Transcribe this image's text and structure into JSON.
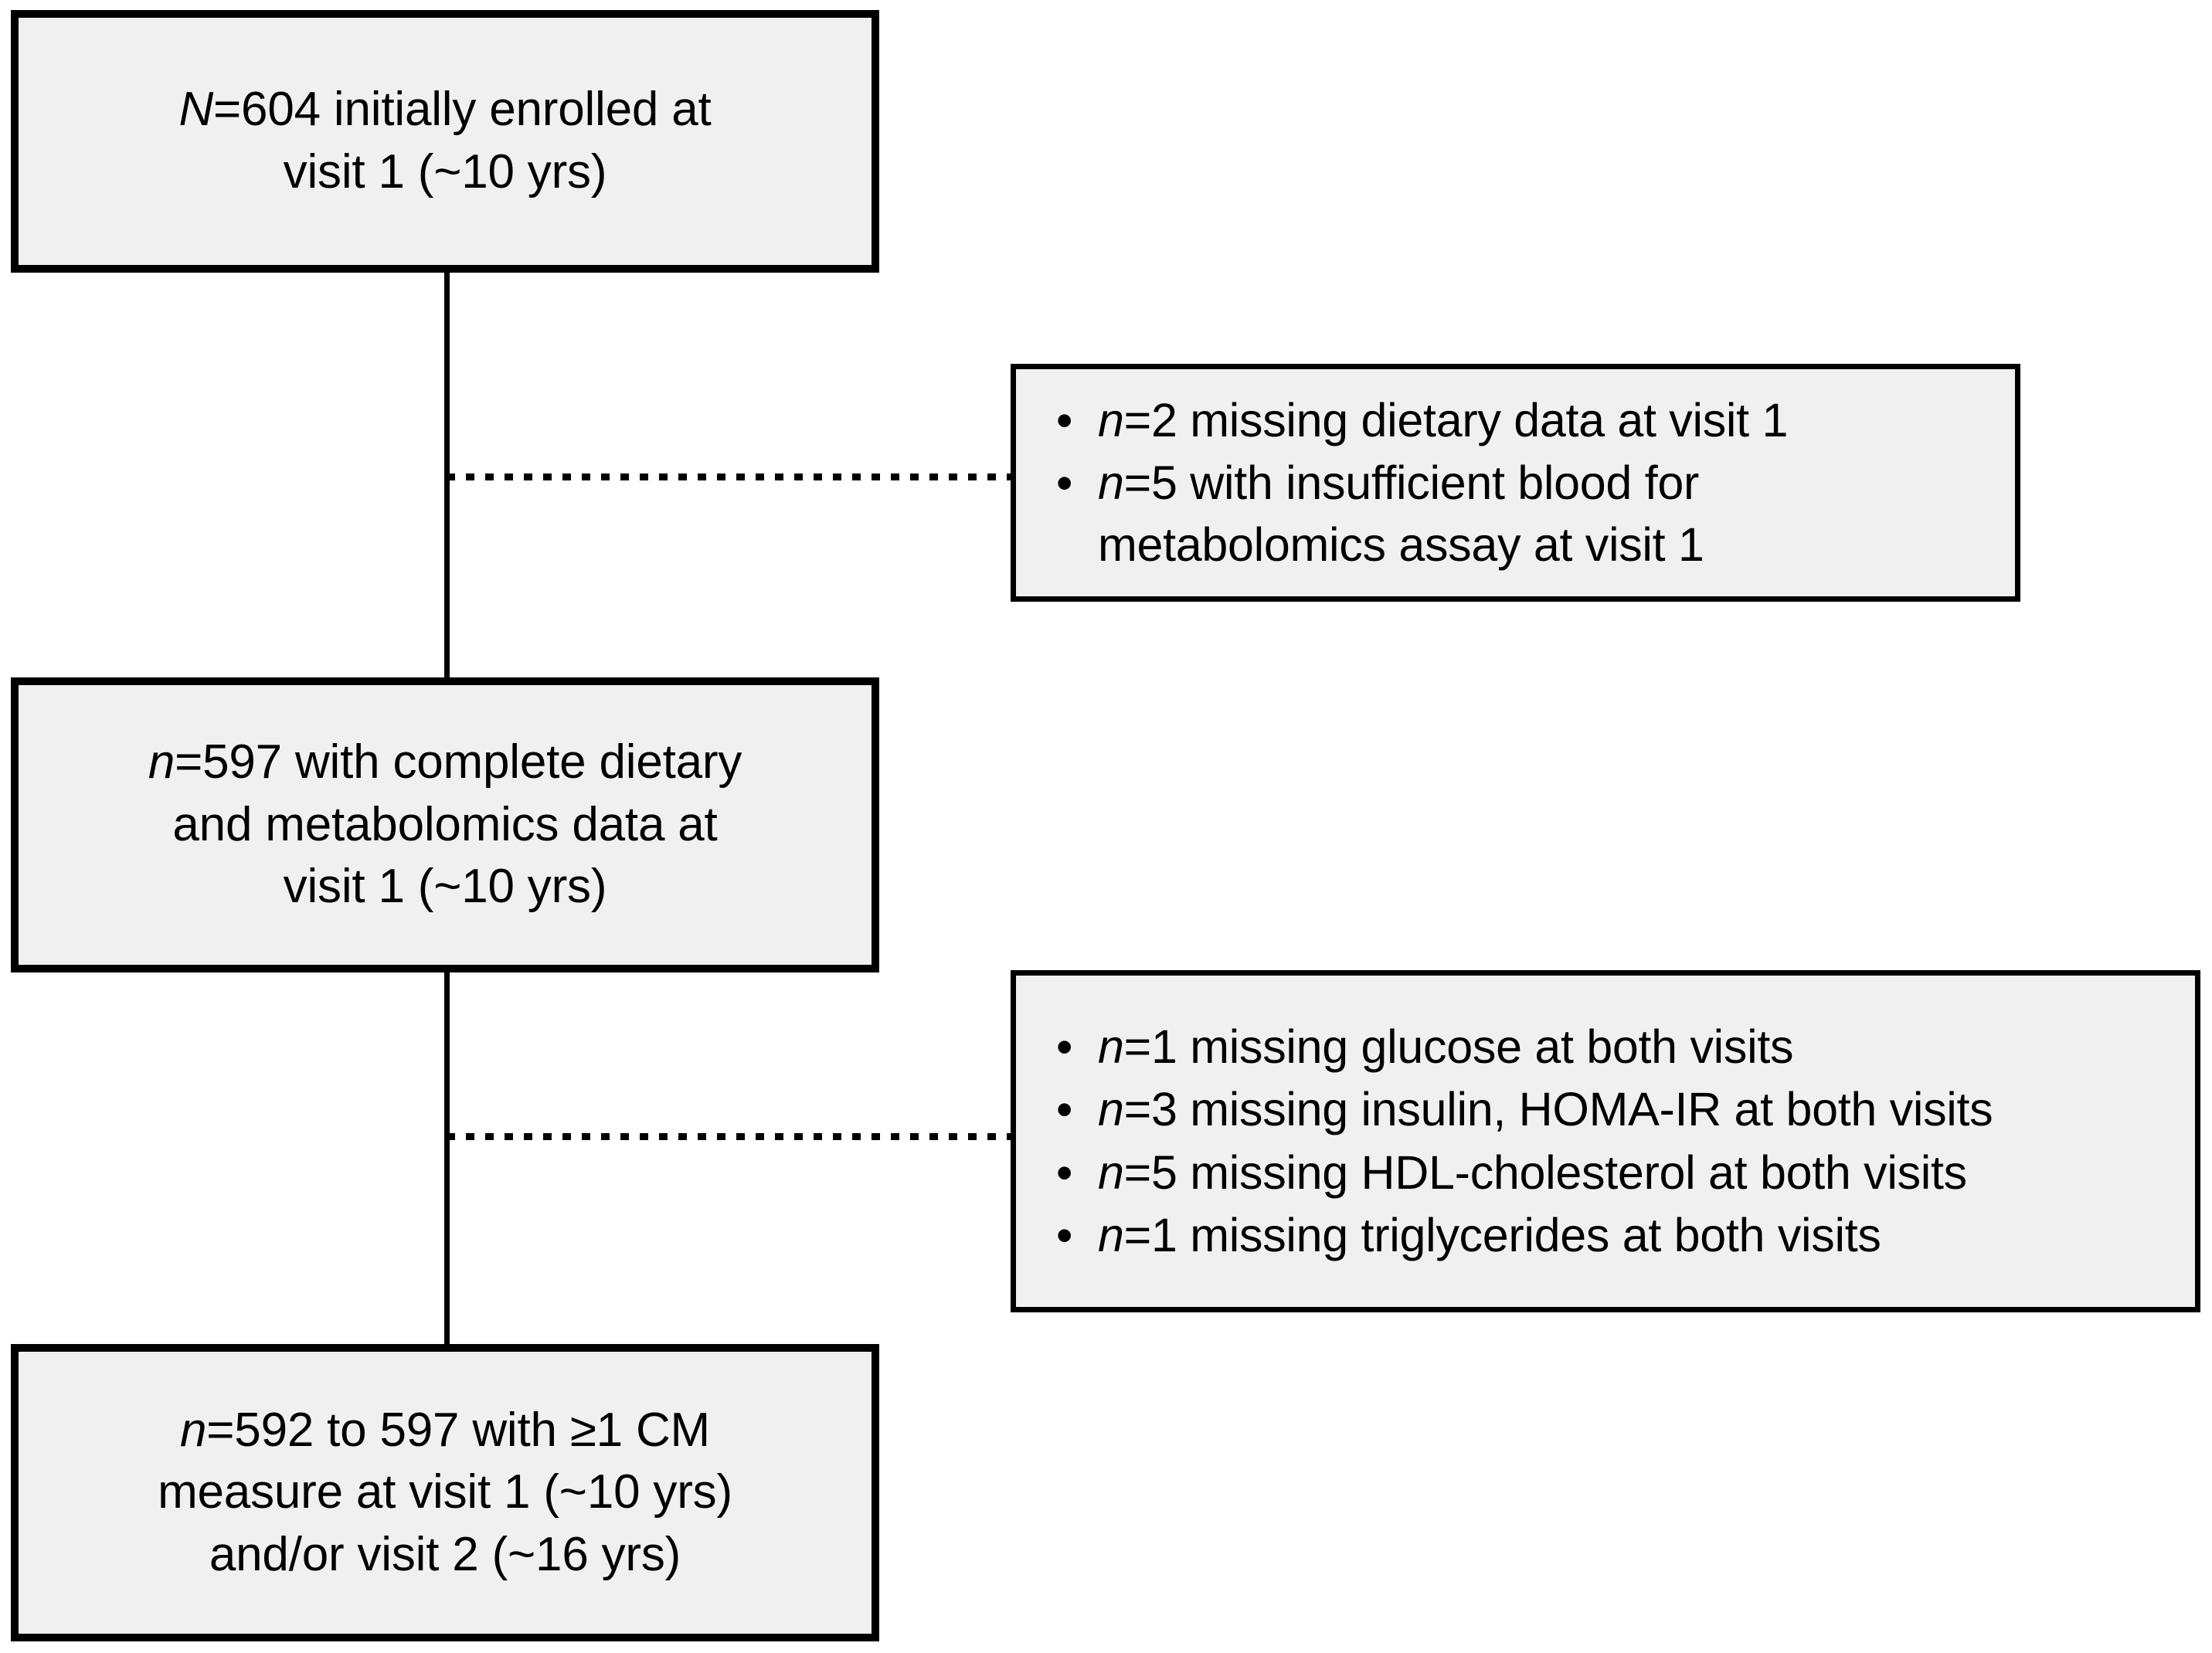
{
  "diagram": {
    "type": "flowchart",
    "title": "Participant flow diagram",
    "colors": {
      "box_fill": "#f0f0f0",
      "box_border": "#000000",
      "connector": "#000000",
      "background": "#ffffff"
    },
    "main_nodes": [
      {
        "id": "enrolled",
        "prefix_italic": "N",
        "text": "=604 initially enrolled  at\nvisit 1 (~10 yrs)",
        "full_text": "N=604 initially enrolled at visit 1 (~10 yrs)",
        "count": 604
      },
      {
        "id": "complete-data",
        "prefix_italic": "n",
        "text": "=597 with complete dietary\nand metabolomics data at\nvisit 1 (~10 yrs)",
        "full_text": "n=597 with complete dietary and metabolomics data at visit 1 (~10 yrs)",
        "count": 597
      },
      {
        "id": "analytic-sample",
        "prefix_italic": "n",
        "text": "=592 to 597 with ≥1 CM\nmeasure at visit 1 (~10 yrs)\nand/or visit 2 (~16 yrs)",
        "full_text": "n=592 to 597 with ≥1 CM measure at visit 1 (~10 yrs) and/or visit 2 (~16 yrs)",
        "count_low": 592,
        "count_high": 597
      }
    ],
    "exclusion_nodes": [
      {
        "id": "exclusions-visit1",
        "bullet_glyph": "•",
        "items": [
          {
            "prefix_italic": "n",
            "text": "=2 missing dietary data at visit 1",
            "full_text": "n=2 missing dietary data at visit 1",
            "count": 2
          },
          {
            "prefix_italic": "n",
            "text": "=5 with insufficient blood for\nmetabolomics assay at visit 1",
            "full_text": "n=5 with insufficient blood for metabolomics assay at visit 1",
            "count": 5
          }
        ]
      },
      {
        "id": "exclusions-cm",
        "bullet_glyph": "•",
        "items": [
          {
            "prefix_italic": "n",
            "text": "=1 missing glucose at both visits",
            "full_text": "n=1 missing glucose at both visits",
            "count": 1
          },
          {
            "prefix_italic": "n",
            "text": "=3 missing insulin, HOMA-IR at both visits",
            "full_text": "n=3 missing insulin, HOMA-IR at both visits",
            "count": 3
          },
          {
            "prefix_italic": "n",
            "text": "=5 missing HDL-cholesterol at both visits",
            "full_text": "n=5 missing HDL-cholesterol at both visits",
            "count": 5
          },
          {
            "prefix_italic": "n",
            "text": "=1 missing triglycerides at both visits",
            "full_text": "n=1 missing triglycerides at both visits",
            "count": 1
          }
        ]
      }
    ],
    "connectors": [
      {
        "id": "enrolled-to-complete",
        "style": "solid",
        "orientation": "vertical"
      },
      {
        "id": "complete-to-analytic",
        "style": "solid",
        "orientation": "vertical"
      },
      {
        "id": "branch-exclusions-visit1",
        "style": "dotted",
        "orientation": "horizontal"
      },
      {
        "id": "branch-exclusions-cm",
        "style": "dotted",
        "orientation": "horizontal"
      }
    ]
  }
}
